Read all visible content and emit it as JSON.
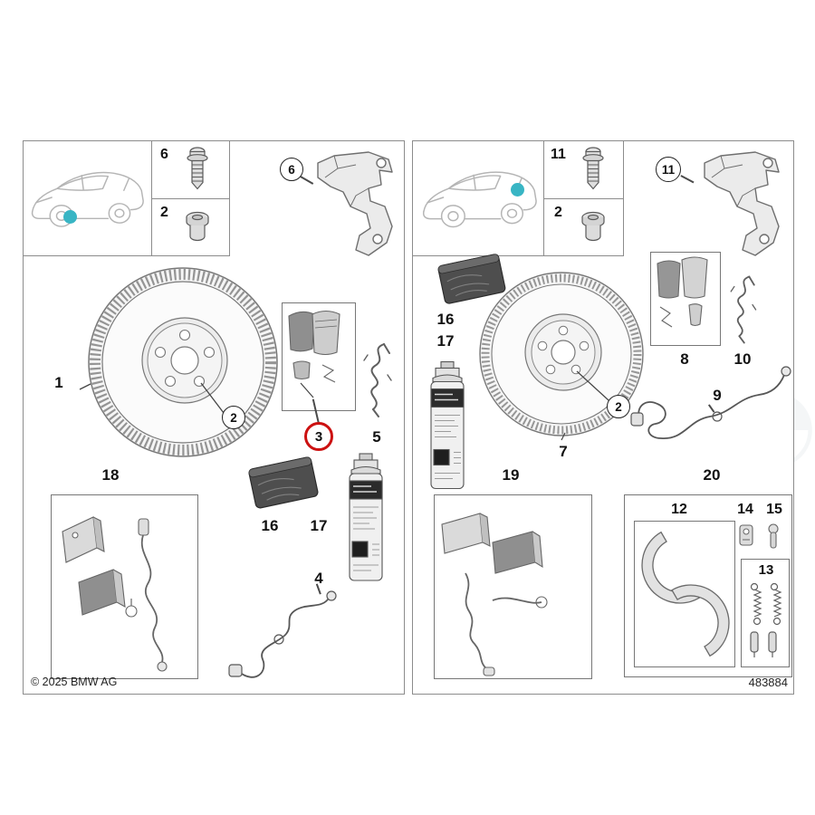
{
  "sheet": {
    "copyright": "© 2025 BMW AG",
    "number": "483884"
  },
  "colors": {
    "highlight": "#cc1111",
    "marker": "#38b5c4"
  },
  "front": {
    "labels": {
      "caliper_bolt": "6",
      "bleeder_plug": "2",
      "carrier": "6",
      "brake_disc": "1",
      "hub_bolt": "2",
      "brake_pads": "3",
      "retaining_clip": "5",
      "grease_packet": "16",
      "spray_can": "17",
      "pad_set": "18",
      "wear_sensor": "4"
    }
  },
  "rear": {
    "labels": {
      "caliper_bolt": "11",
      "bleeder_plug": "2",
      "carrier": "11",
      "grease_packet": "16",
      "spray_can": "17",
      "brake_disc": "7",
      "hub_bolt": "2",
      "brake_pads": "8",
      "retaining_clip": "10",
      "wear_sensor": "9",
      "pad_set": "19",
      "shoe_kit": "20",
      "brake_shoes": "12",
      "adjuster": "14",
      "pin": "15",
      "spring_kit": "13"
    }
  }
}
